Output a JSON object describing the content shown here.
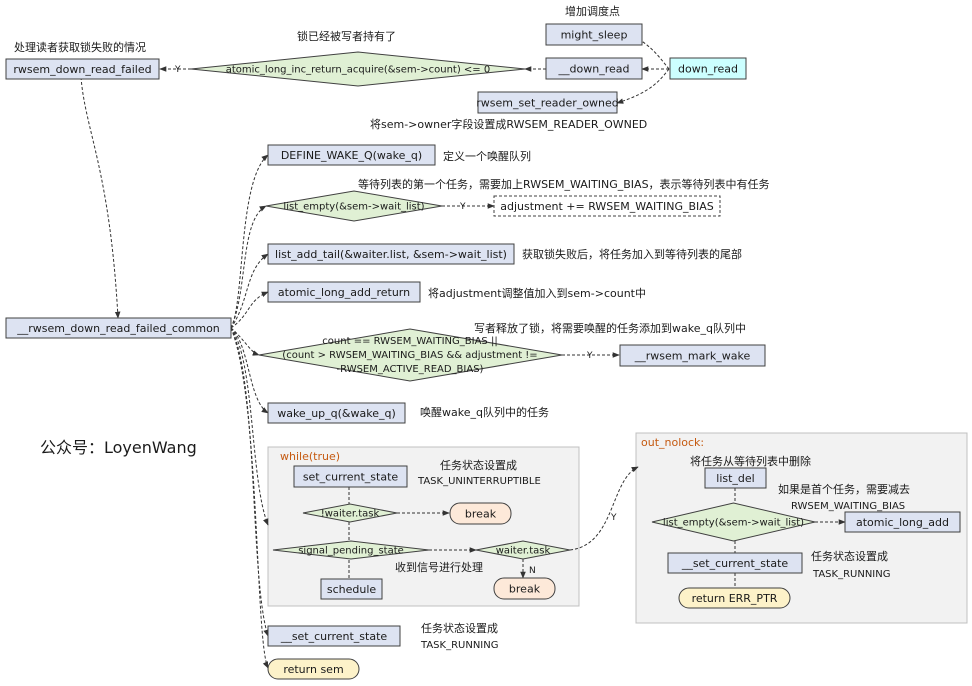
{
  "nodes": {
    "down_read": "down_read",
    "might_sleep": "might_sleep",
    "__down_read": "__down_read",
    "rwsem_set_reader_owned": "rwsem_set_reader_owned",
    "atomic_cond": "atomic_long_inc_return_acquire(&sem->count) <= 0",
    "rwsem_down_read_failed": "rwsem_down_read_failed",
    "common": "__rwsem_down_read_failed_common",
    "define_wake_q": "DEFINE_WAKE_Q(wake_q)",
    "list_empty_1": "list_empty(&sem->wait_list)",
    "adjustment": "adjustment += RWSEM_WAITING_BIAS",
    "list_add_tail": "list_add_tail(&waiter.list, &sem->wait_list)",
    "atomic_long_add_return": "atomic_long_add_return",
    "count_cond_l1": "count == RWSEM_WAITING_BIAS ||",
    "count_cond_l2": "(count > RWSEM_WAITING_BIAS && adjustment !=",
    "count_cond_l3": "-RWSEM_ACTIVE_READ_BIAS)",
    "rwsem_mark_wake": "__rwsem_mark_wake",
    "wake_up_q": "wake_up_q(&wake_q)",
    "while_label": "while(true)",
    "set_current_state": "set_current_state",
    "waiter_task_1": "!waiter.task",
    "break_1": "break",
    "signal_pending_state": "signal_pending_state",
    "waiter_task_2": "waiter.task",
    "schedule": "schedule",
    "break_2": "break",
    "set_current_state_2": "__set_current_state",
    "return_sem": "return sem",
    "out_nolock_label": "out_nolock:",
    "list_del": "list_del",
    "list_empty_2": "list_empty(&sem->wait_list)",
    "atomic_long_add": "atomic_long_add",
    "set_current_state_3": "__set_current_state",
    "return_err": "return ERR_PTR"
  },
  "edge_labels": {
    "yes_1": "Y",
    "yes_2": "Y",
    "yes_3": "Y",
    "yes_4": "Y",
    "no_1": "N"
  },
  "annotations": {
    "add_sched_point": "增加调度点",
    "lock_held_by_writer": "锁已经被写者持有了",
    "handle_read_failed": "处理读者获取锁失败的情况",
    "set_owner": "将sem->owner字段设置成RWSEM_READER_OWNED",
    "define_wake_queue": "定义一个唤醒队列",
    "first_waiter": "等待列表的第一个任务，需要加上RWSEM_WAITING_BIAS，表示等待列表中有任务",
    "add_to_tail": "获取锁失败后，将任务加入到等待列表的尾部",
    "add_adjustment": "将adjustment调整值加入到sem->count中",
    "writer_released": "写者释放了锁，将需要唤醒的任务添加到wake_q队列中",
    "wake_queue_tasks": "唤醒wake_q队列中的任务",
    "watermark": "公众号：LoyenWang",
    "state_uninterruptible_1": "任务状态设置成",
    "state_uninterruptible_2": "TASK_UNINTERRUPTIBLE",
    "got_signal": "收到信号进行处理",
    "remove_from_list": "将任务从等待列表中删除",
    "first_task_sub_1": "如果是首个任务，需要减去",
    "first_task_sub_2": "RWSEM_WAITING_BIAS",
    "state_running_a1": "任务状态设置成",
    "state_running_a2": "TASK_RUNNING",
    "state_running_b1": "任务状态设置成",
    "state_running_b2": "TASK_RUNNING"
  },
  "colors": {
    "box_fill": "#dde3f2",
    "box_stroke": "#404040",
    "cyan_fill": "#ccffff",
    "diamond_fill": "#e0f0d4",
    "terminal_fill": "#fde9d9",
    "return_fill": "#fdf2c9",
    "container_fill": "#f2f2f2",
    "container_stroke": "#c0c0c0",
    "while_text": "#c55a11"
  }
}
